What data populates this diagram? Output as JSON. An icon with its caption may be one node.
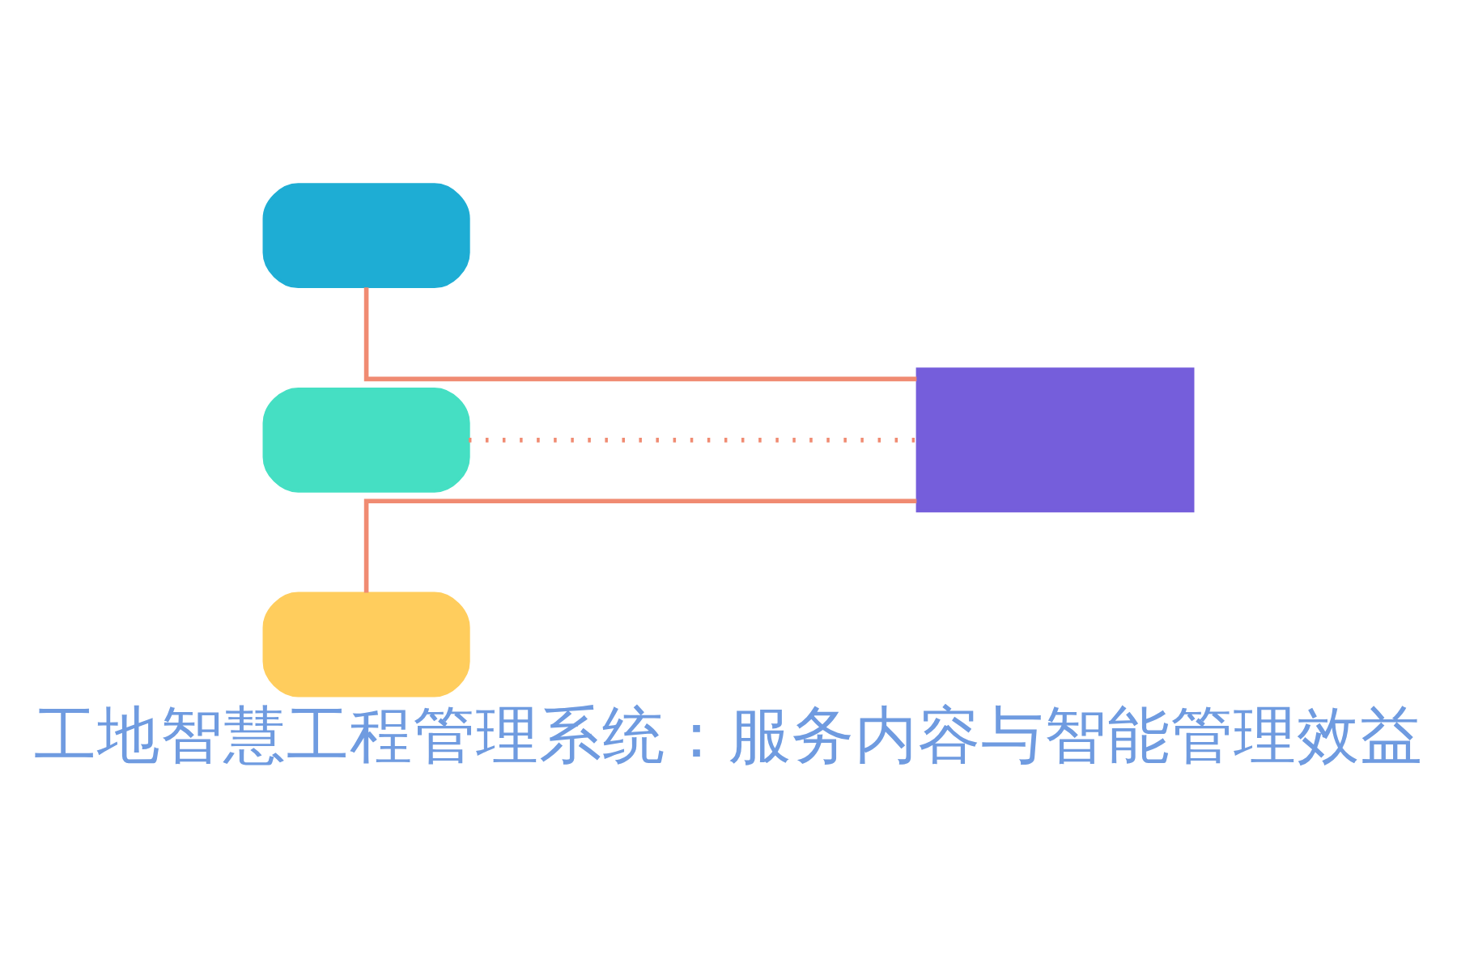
{
  "diagram": {
    "title": "工地智慧工程管理系统：服务内容与智能管理效益",
    "nodes": [
      {
        "text": [],
        "shape": "box"
      },
      {
        "text": [],
        "shape": "box"
      },
      {
        "text": [],
        "shape": "box"
      },
      {
        "text": [],
        "shape": "box"
      }
    ],
    "edges": [
      {
        "from": 0,
        "to": 3,
        "arrow": "none"
      },
      {
        "from": 1,
        "to": 3,
        "arrow": "none",
        "style": "dashed"
      },
      {
        "from": 2,
        "to": 3,
        "arrow": "none"
      }
    ]
  }
}
